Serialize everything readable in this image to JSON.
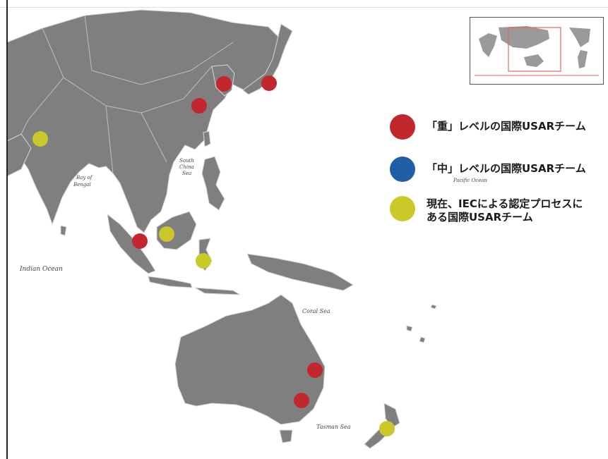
{
  "sea_labels": {
    "indian_ocean": "Indian Ocean",
    "bay_of_bengal_1": "Bay of",
    "bay_of_bengal_2": "Bengal",
    "south_china_sea_1": "South",
    "south_china_sea_2": "China",
    "south_china_sea_3": "Sea",
    "pacific_ocean": "Pacific Ocean",
    "coral_sea": "Coral Sea",
    "tasman_sea": "Tasman Sea"
  },
  "legend": [
    {
      "label": "「重」レベルの国際USARチーム",
      "color": "#c1272d"
    },
    {
      "label": "「中」レベルの国際USARチーム",
      "color": "#1f5fa6"
    },
    {
      "label": "現在、IECによる認定プロセスに\nある国際USARチーム",
      "color": "#c9c92a"
    }
  ],
  "colors": {
    "heavy": "#c1272d",
    "medium": "#1f5fa6",
    "in_process": "#c9c92a",
    "land": "#7f7f7f",
    "sea": "#ffffff"
  },
  "markers": [
    {
      "name": "beijing-team-marker",
      "level": "heavy"
    },
    {
      "name": "korea-team-marker",
      "level": "heavy"
    },
    {
      "name": "japan-team-marker",
      "level": "heavy"
    },
    {
      "name": "singapore-team-marker",
      "level": "heavy"
    },
    {
      "name": "queensland-team-marker",
      "level": "heavy"
    },
    {
      "name": "nsw-team-marker",
      "level": "heavy"
    },
    {
      "name": "india-team-marker",
      "level": "in_process"
    },
    {
      "name": "malaysia-team-marker",
      "level": "in_process"
    },
    {
      "name": "indonesia-team-marker",
      "level": "in_process"
    },
    {
      "name": "new-zealand-team-marker",
      "level": "in_process"
    }
  ]
}
